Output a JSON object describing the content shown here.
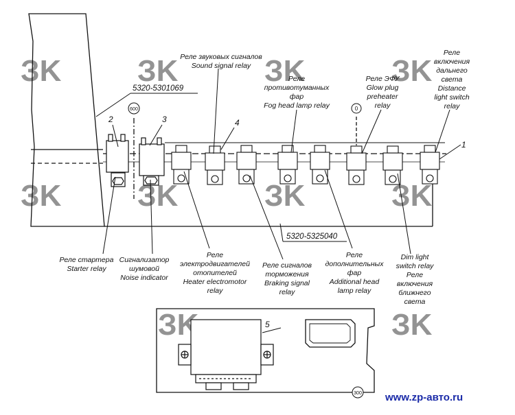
{
  "watermark": "ЗK",
  "site": "www.zp-авто.ru",
  "codes": {
    "harness_top": "5320-5301069",
    "harness_bottom": "5320-5325040"
  },
  "markers": {
    "m600": "600",
    "m0": "0",
    "m300": "300"
  },
  "parts": {
    "p1": "1",
    "p2": "2",
    "p3": "3",
    "p4": "4",
    "p5": "5"
  },
  "labels": {
    "sound": [
      "Реле звуковых сигналов",
      "Sound signal relay"
    ],
    "fog": [
      "Реле",
      "противотуманных",
      "фар",
      "Fog head lamp relay"
    ],
    "glow": [
      "Реле ЭФУ",
      "Glow plug",
      "preheater",
      "relay"
    ],
    "distance": [
      "Реле",
      "включения",
      "дальнего",
      "света",
      "Distance",
      "light switch",
      "relay"
    ],
    "starter": [
      "Реле стартера",
      "Starter relay"
    ],
    "noise": [
      "Сигнализатор",
      "шумовой",
      "Noise indicator"
    ],
    "heater": [
      "Реле",
      "электродвигателей",
      "отопителей",
      "Heater electromotor",
      "relay"
    ],
    "braking": [
      "Реле сигналов",
      "торможения",
      "Braking signal",
      "relay"
    ],
    "additional": [
      "Реле",
      "дополнительных",
      "фар",
      "Additional head",
      "lamp relay"
    ],
    "dim": [
      "Dim light",
      "switch relay",
      "Реле",
      "включения",
      "ближнего",
      "света"
    ]
  }
}
